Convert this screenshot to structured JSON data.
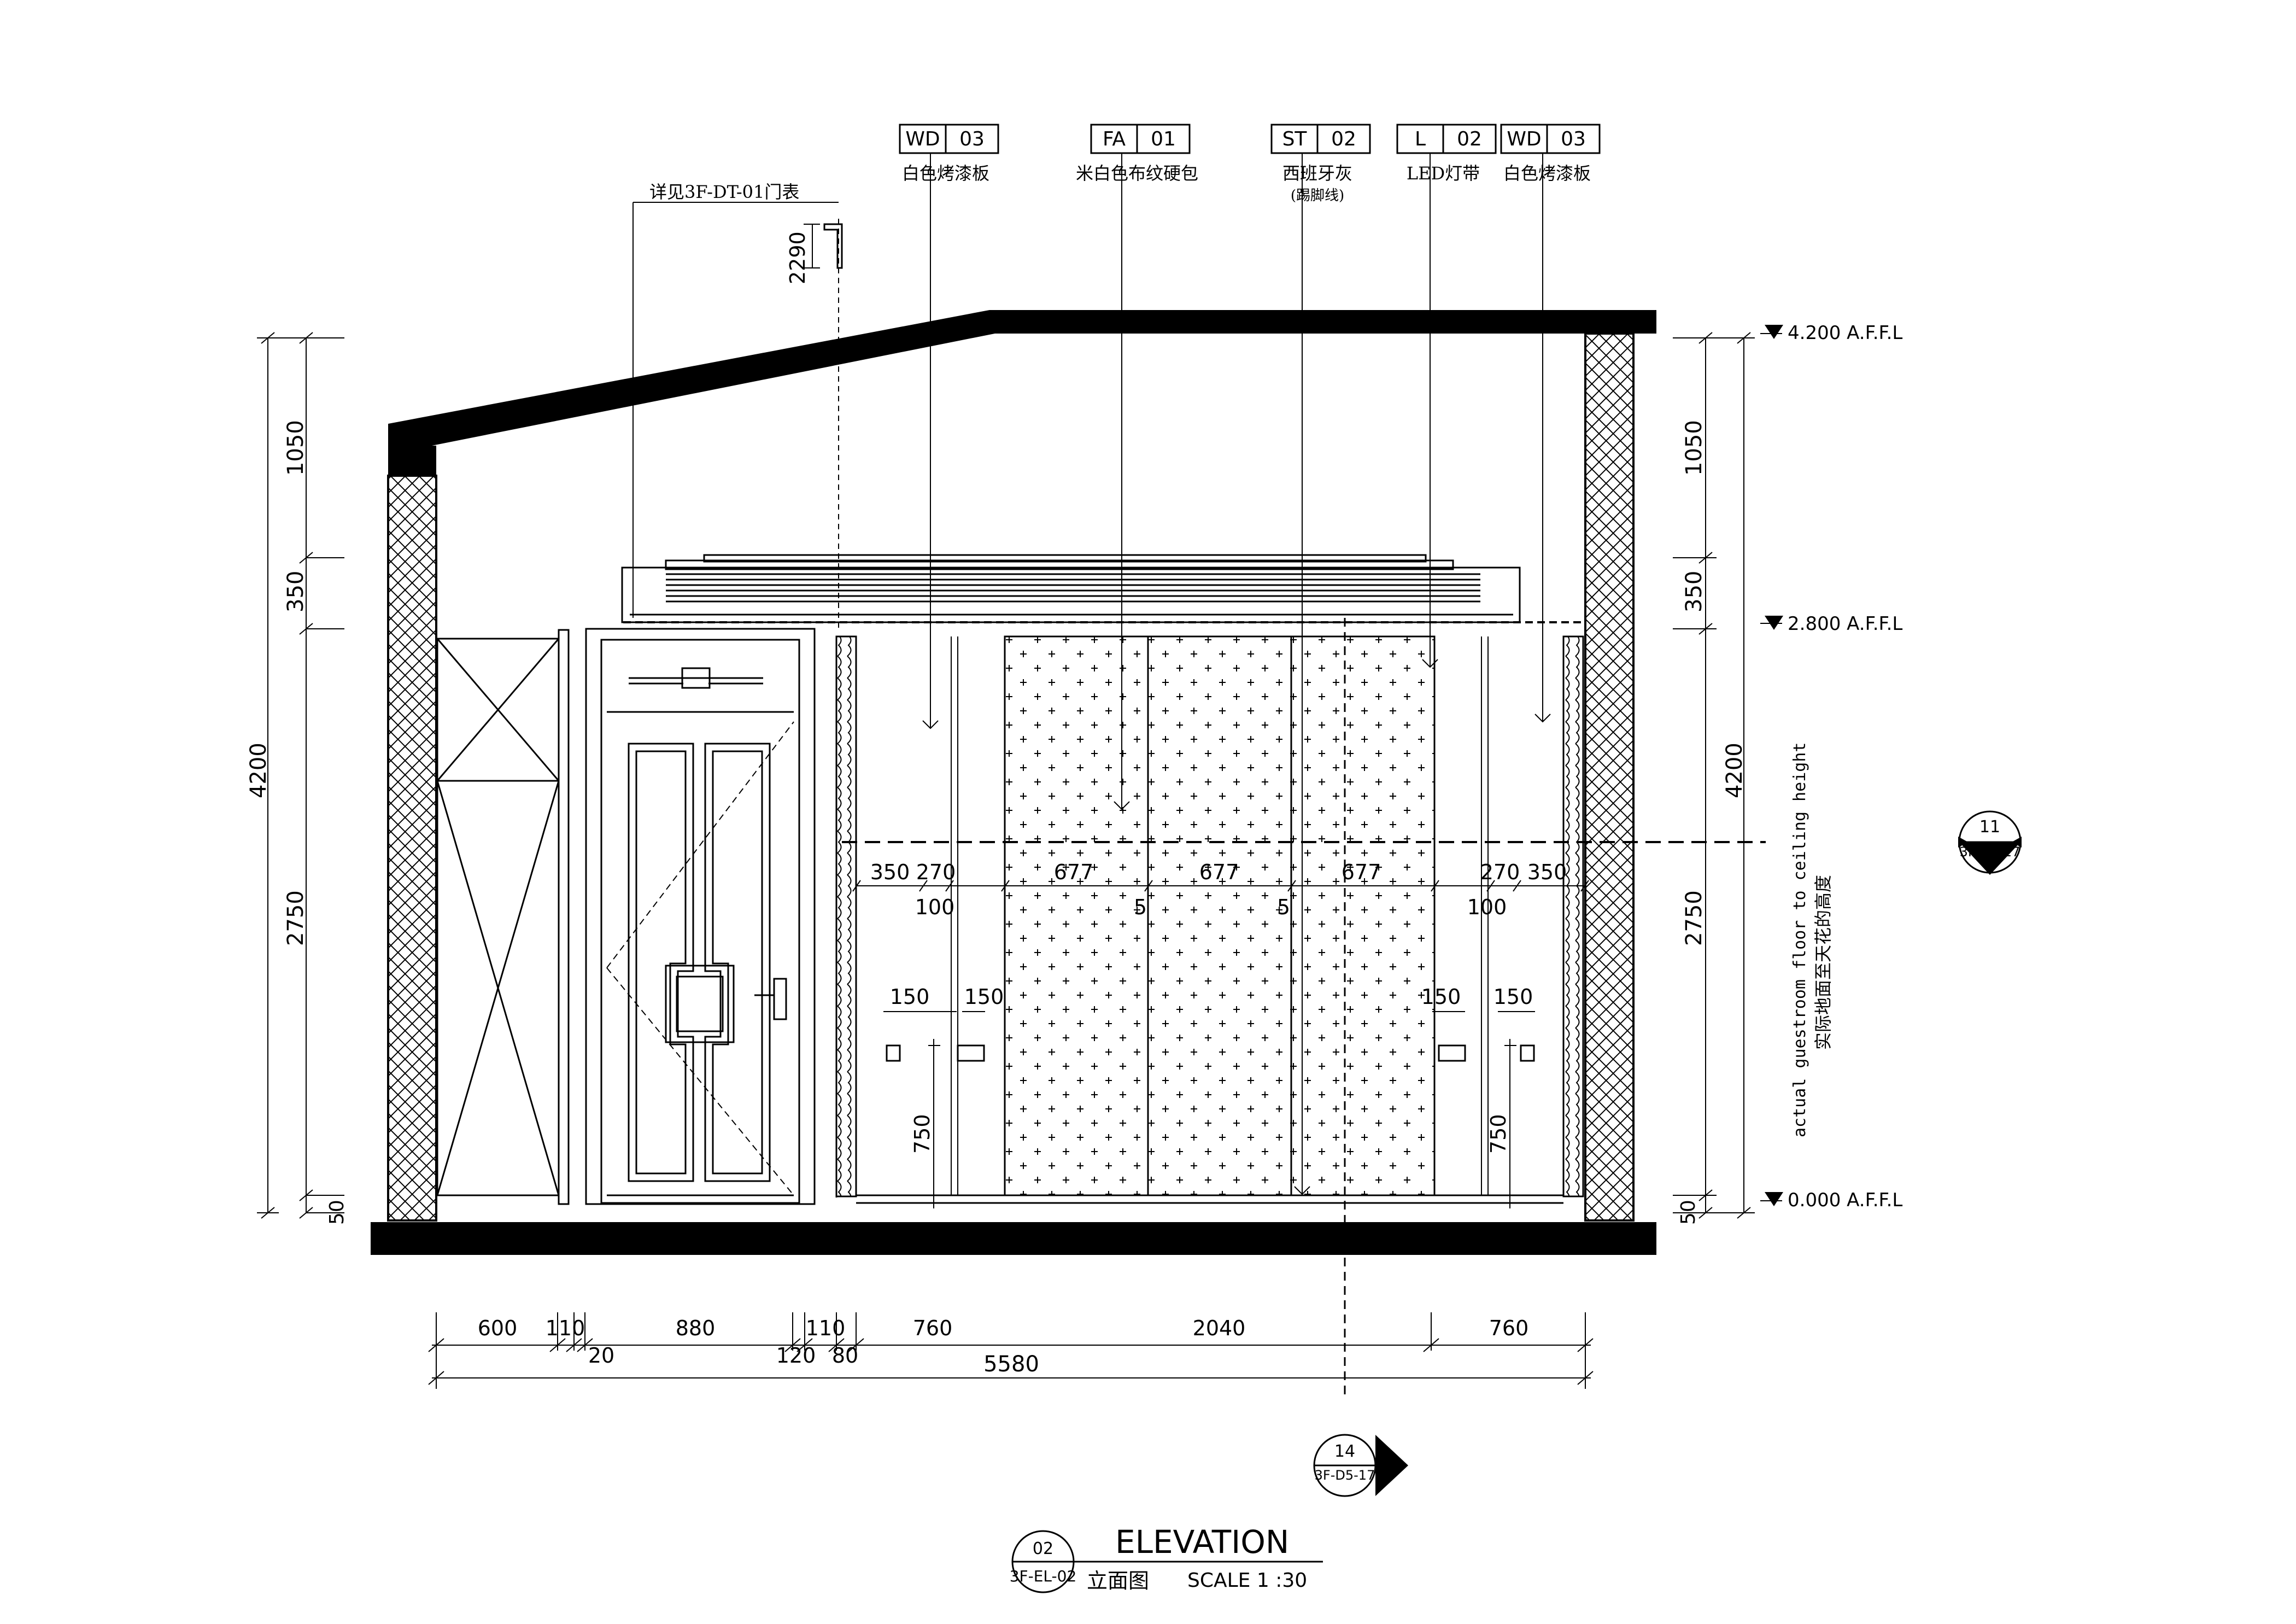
{
  "colors": {
    "ink": "#000000",
    "paper": "#ffffff"
  },
  "material_tags": [
    {
      "code": "WD",
      "num": "03",
      "desc": "白色烤漆板",
      "sub": ""
    },
    {
      "code": "FA",
      "num": "01",
      "desc": "米白色布纹硬包",
      "sub": ""
    },
    {
      "code": "ST",
      "num": "02",
      "desc": "西班牙灰",
      "sub": "(踢脚线)"
    },
    {
      "code": "L",
      "num": "02",
      "desc": "LED灯带",
      "sub": ""
    },
    {
      "code": "WD",
      "num": "03",
      "desc": "白色烤漆板",
      "sub": ""
    }
  ],
  "door_note": "详见3F-DT-01门表",
  "top_dim": "2290",
  "left_dims": {
    "total": "4200",
    "upper": "1050",
    "soffit": "350",
    "main": "2750",
    "base": "50"
  },
  "right_dims": {
    "total": "4200",
    "upper": "1050",
    "soffit": "350",
    "main": "2750",
    "base": "50"
  },
  "levels": [
    "4.200 A.F.F.L",
    "2.800 A.F.F.L",
    "0.000 A.F.F.L"
  ],
  "height_note": {
    "en": "actual guestroom floor to ceiling height",
    "cn": "实际地面至天花的高度"
  },
  "wall_dims": {
    "top_row": [
      "350",
      "270",
      "677",
      "677",
      "677",
      "270",
      "350"
    ],
    "sub_row": [
      "100",
      "5",
      "5",
      "100"
    ],
    "socket_offsets": [
      "150",
      "150",
      "150",
      "150"
    ],
    "socket_height": [
      "750",
      "750"
    ]
  },
  "bottom_dims": {
    "row1": [
      "600",
      "110",
      "880",
      "110",
      "760",
      "2040",
      "760"
    ],
    "row1_small": [
      "20",
      "120",
      "80"
    ],
    "total": "5580"
  },
  "callouts": [
    {
      "num": "11",
      "ref": "3F-D5-17"
    },
    {
      "num": "14",
      "ref": "3F-D5-17"
    }
  ],
  "title": {
    "num": "02",
    "ref": "3F-EL-02",
    "en": "ELEVATION",
    "cn": "立面图",
    "scale": "SCALE 1 :30"
  }
}
